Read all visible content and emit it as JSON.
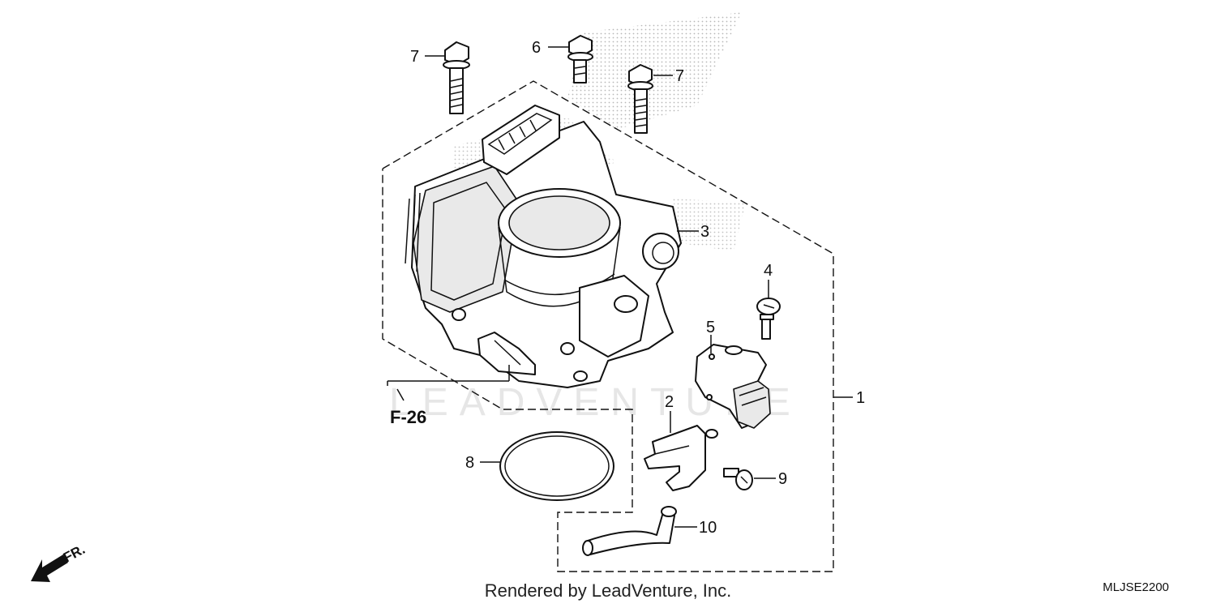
{
  "callouts": {
    "c1": "1",
    "c2": "2",
    "c3": "3",
    "c4": "4",
    "c5": "5",
    "c6": "6",
    "c7a": "7",
    "c7b": "7",
    "c8": "8",
    "c9": "9",
    "c10": "10"
  },
  "reference": "F-26",
  "direction_label": "FR.",
  "footer": "Rendered by LeadVenture, Inc.",
  "diagram_code": "MLJSE2200",
  "watermark": "LEADVENTURE",
  "colors": {
    "line": "#111111",
    "watermark": "#e8e8e8",
    "shade": "#d8d8d8"
  }
}
